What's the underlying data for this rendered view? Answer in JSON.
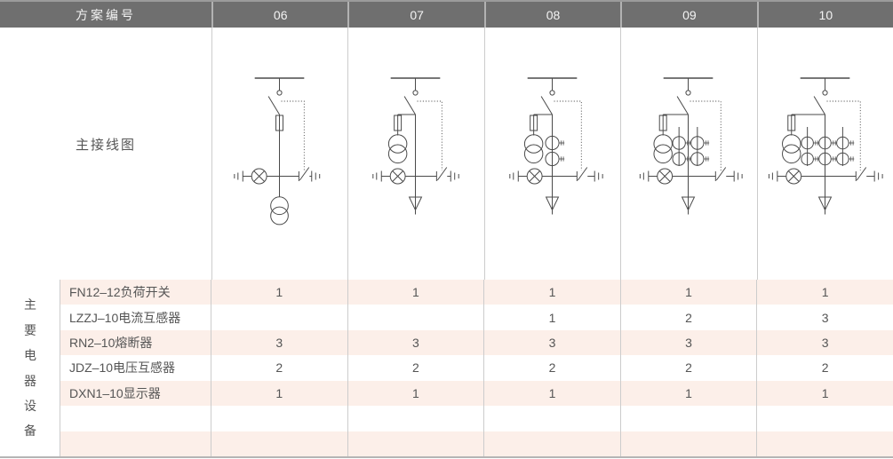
{
  "header": {
    "label": "方案编号",
    "schemes": [
      "06",
      "07",
      "08",
      "09",
      "10"
    ]
  },
  "diagram_row": {
    "label": "主接线图",
    "diagrams": [
      {
        "scheme": "06",
        "current_transformers": 0,
        "voltage_transformer_location": "main-line-bottom",
        "cable_outgoing_arrow": false,
        "components": [
          "load-switch",
          "fuse",
          "voltage-transformer",
          "indicator-lamp",
          "earthing-switch"
        ]
      },
      {
        "scheme": "07",
        "current_transformers": 0,
        "voltage_transformer_location": "left-branch",
        "cable_outgoing_arrow": true,
        "components": [
          "load-switch",
          "fuse",
          "voltage-transformer",
          "indicator-lamp",
          "earthing-switch",
          "cable-outlet"
        ]
      },
      {
        "scheme": "08",
        "current_transformers": 1,
        "voltage_transformer_location": "left-branch",
        "cable_outgoing_arrow": true,
        "components": [
          "load-switch",
          "fuse",
          "voltage-transformer",
          "current-transformer",
          "indicator-lamp",
          "earthing-switch",
          "cable-outlet"
        ]
      },
      {
        "scheme": "09",
        "current_transformers": 2,
        "voltage_transformer_location": "left-branch",
        "cable_outgoing_arrow": true,
        "components": [
          "load-switch",
          "fuse",
          "voltage-transformer",
          "current-transformer",
          "indicator-lamp",
          "earthing-switch",
          "cable-outlet"
        ]
      },
      {
        "scheme": "10",
        "current_transformers": 3,
        "voltage_transformer_location": "left-branch",
        "cable_outgoing_arrow": true,
        "components": [
          "load-switch",
          "fuse",
          "voltage-transformer",
          "current-transformer",
          "indicator-lamp",
          "earthing-switch",
          "cable-outlet"
        ]
      }
    ]
  },
  "equipment_section": {
    "vertical_label": "主要电器设备",
    "rows": [
      {
        "name": "FN12–12负荷开关",
        "values": [
          "1",
          "1",
          "1",
          "1",
          "1"
        ]
      },
      {
        "name": "LZZJ–10电流互感器",
        "values": [
          "",
          "",
          "1",
          "2",
          "3"
        ]
      },
      {
        "name": "RN2–10熔断器",
        "values": [
          "3",
          "3",
          "3",
          "3",
          "3"
        ]
      },
      {
        "name": "JDZ–10电压互感器",
        "values": [
          "2",
          "2",
          "2",
          "2",
          "2"
        ]
      },
      {
        "name": "DXN1–10显示器",
        "values": [
          "1",
          "1",
          "1",
          "1",
          "1"
        ]
      },
      {
        "name": "",
        "values": [
          "",
          "",
          "",
          "",
          ""
        ]
      },
      {
        "name": "",
        "values": [
          "",
          "",
          "",
          "",
          ""
        ]
      }
    ]
  },
  "colors": {
    "header_bg": "#6f6f6f",
    "header_top_border": "#9b9b9b",
    "header_divider": "#b2b2b2",
    "row_stripe": "#fcefe9",
    "grid_line": "#cccccc",
    "bottom_border": "#b5b5b5",
    "diagram_stroke": "#4a4a4a",
    "text": "#555555"
  }
}
